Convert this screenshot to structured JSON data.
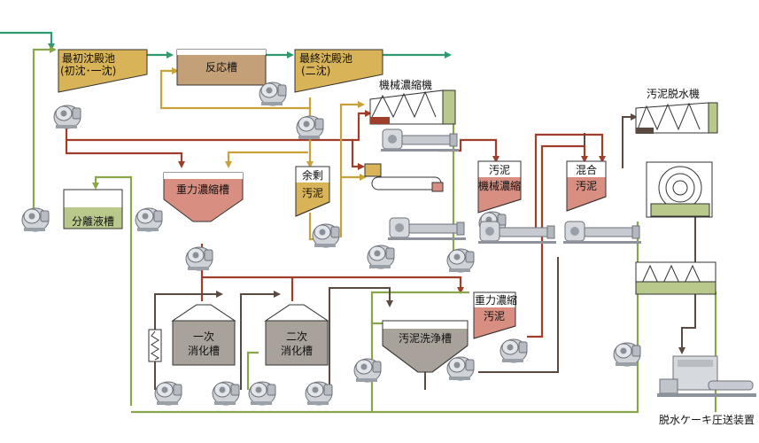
{
  "tanks": {
    "primary_sedimentation": {
      "line1": "最初沈殿池",
      "line2": "(初沈･一沈)"
    },
    "reaction_tank": {
      "label": "反応槽"
    },
    "final_sedimentation": {
      "line1": "最終沈殿池",
      "line2": "(二沈)"
    },
    "mechanical_thickener": {
      "label": "機械濃縮機"
    },
    "sludge_dewatering_machine": {
      "label": "汚泥脱水機"
    },
    "gravity_thickener": {
      "label": "重力濃縮槽"
    },
    "separated_liquor_tank": {
      "label": "分離液槽"
    },
    "excess_sludge": {
      "line1": "余剰",
      "line2": "汚泥"
    },
    "mech_thickened_sludge": {
      "line1": "汚泥",
      "line2": "機械濃縮"
    },
    "mixed_sludge": {
      "line1": "混合",
      "line2": "汚泥"
    },
    "digester_primary": {
      "line1": "一次",
      "line2": "消化槽"
    },
    "digester_secondary": {
      "line1": "二次",
      "line2": "消化槽"
    },
    "sludge_washing_tank": {
      "label": "汚泥洗浄槽"
    },
    "gravity_thickened_sludge": {
      "line1": "重力濃縮",
      "line2": "汚泥"
    },
    "cake_pump": {
      "label": "脱水ケーキ圧送装置"
    }
  },
  "colors": {
    "water_line": "#2f9a6e",
    "sludge_line": "#a03e2c",
    "separated_liquor_line": "#8aa64a",
    "excess_sludge_line": "#c8a238",
    "digested_sludge_line": "#5a4a40",
    "gold_tank": "#d9b357",
    "brown_tank": "#c4a079",
    "red_tank": "#d88e80",
    "gray_tank": "#a9a29a",
    "pump_body": "#cfd3d8"
  }
}
